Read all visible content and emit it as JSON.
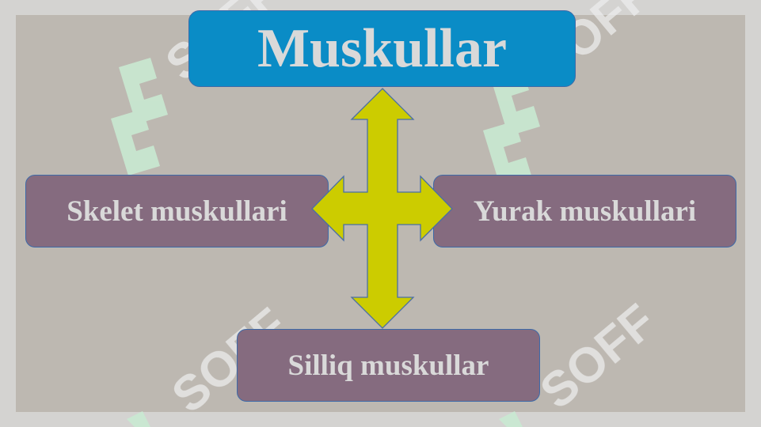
{
  "title": "Muskullar",
  "branches": {
    "left": "Skelet muskullari",
    "right": "Yurak muskullari",
    "bottom": "Silliq muskullar"
  },
  "watermark": {
    "text": "SOFF",
    "text_color": "#ececec",
    "logo_color": "#c9e9d2"
  },
  "colors": {
    "slide_background": "#bdb8b1",
    "frame": "#d4d3d1",
    "title_box": "#0a8cc6",
    "branch_box": "#856b7f",
    "box_border": "#3e6aa8",
    "box_text": "#d9d9d9",
    "arrow_fill": "#cccc00",
    "arrow_stroke": "#4a6fa5"
  },
  "arrow_icon": "four-way-arrow"
}
